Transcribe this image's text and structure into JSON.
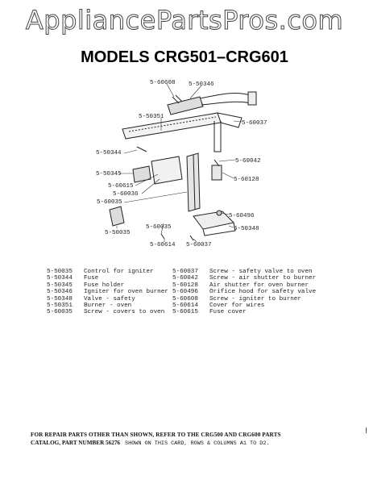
{
  "watermark": "AppliancePartsPros.com",
  "title": "MODELS CRG501–CRG601",
  "diagram_labels": {
    "p60608": "5-60608",
    "p50346": "5-50346",
    "p50351": "5-50351",
    "p60037a": "5-60037",
    "p50344": "5-50344",
    "p60042": "5-60042",
    "p50345": "5-50345",
    "p60128": "5-60128",
    "p60615": "5-60615",
    "p60036": "5-60036",
    "p60035a": "5-60035",
    "p60496": "5-60496",
    "p50348": "5-50348",
    "p60035b": "5-60035",
    "p50035": "5-50035",
    "p60614": "5-60614",
    "p60037b": "5-60037"
  },
  "parts_left": [
    {
      "num": "5-50035",
      "desc": "Control for igniter"
    },
    {
      "num": "5-50344",
      "desc": "Fuse"
    },
    {
      "num": "5-50345",
      "desc": "Fuse holder"
    },
    {
      "num": "5-50346",
      "desc": "Igniter for oven burner"
    },
    {
      "num": "5-50348",
      "desc": "Valve - safety"
    },
    {
      "num": "5-50351",
      "desc": "Burner - oven"
    },
    {
      "num": "5-60035",
      "desc": "Screw - covers to oven"
    }
  ],
  "parts_right": [
    {
      "num": "5-60037",
      "desc": "Screw - safety valve to oven"
    },
    {
      "num": "5-60042",
      "desc": "Screw - air shutter to burner"
    },
    {
      "num": "5-60128",
      "desc": "Air shutter for oven burner"
    },
    {
      "num": "5-60496",
      "desc": "Orifice hood for safety valve"
    },
    {
      "num": "5-60608",
      "desc": "Screw - igniter to burner"
    },
    {
      "num": "5-60614",
      "desc": "Cover for wires"
    },
    {
      "num": "5-60615",
      "desc": "Fuse cover"
    }
  ],
  "footer": {
    "line1": "FOR REPAIR PARTS OTHER THAN SHOWN, REFER TO THE CRG500 AND CRG600 PARTS",
    "catalog": "CATALOG, PART NUMBER 56276",
    "note": "SHOWN ON THIS CARD, ROWS & COLUMNS A1 TO D2."
  }
}
